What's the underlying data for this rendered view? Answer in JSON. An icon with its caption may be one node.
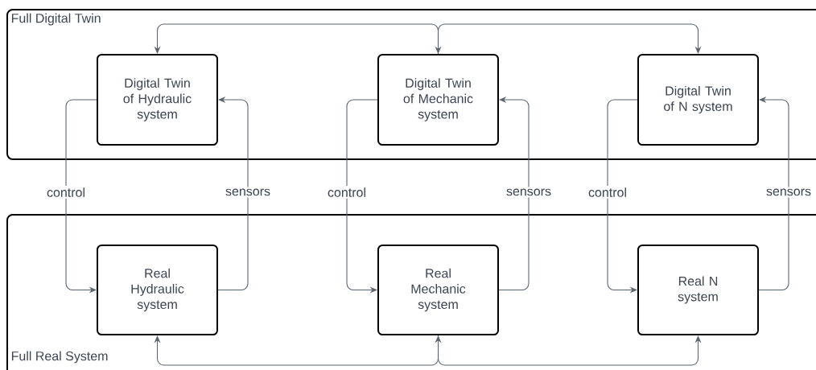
{
  "diagram": {
    "nodes": [
      {
        "text": [
          "Full Digital Twin"
        ]
      },
      {
        "text": [
          "Digital Twin of Hydraulic system"
        ],
        "in": 0
      },
      {
        "text": [
          "Digital Twin of Mechanic system"
        ],
        "in": 0
      },
      {
        "text": [
          "Digital Twin of N system"
        ],
        "in": 0
      },
      {
        "text": [
          "Full Real System"
        ]
      },
      {
        "text": [
          "Real Hydraulic system"
        ],
        "in": 4
      },
      {
        "text": [
          "Real Mechanic system"
        ],
        "in": 4
      },
      {
        "text": [
          "Real N system"
        ],
        "in": 4
      }
    ],
    "edges": [
      {
        "from": 2,
        "to": 1,
        "arrow": "to"
      },
      {
        "from": 2,
        "to": 3,
        "arrow": "both"
      },
      {
        "from": 1,
        "to": 5,
        "label": "control",
        "arrow": "to"
      },
      {
        "from": 5,
        "to": 1,
        "label": "sensors",
        "arrow": "to"
      },
      {
        "from": 2,
        "to": 6,
        "label": "control",
        "arrow": "to"
      },
      {
        "from": 6,
        "to": 2,
        "label": "sensors",
        "arrow": "to"
      },
      {
        "from": 3,
        "to": 7,
        "label": "control",
        "arrow": "to"
      },
      {
        "from": 7,
        "to": 3,
        "label": "sensors",
        "arrow": "to"
      },
      {
        "from": 6,
        "to": 5,
        "arrow": "to"
      },
      {
        "from": 6,
        "to": 7,
        "arrow": "both"
      }
    ]
  }
}
